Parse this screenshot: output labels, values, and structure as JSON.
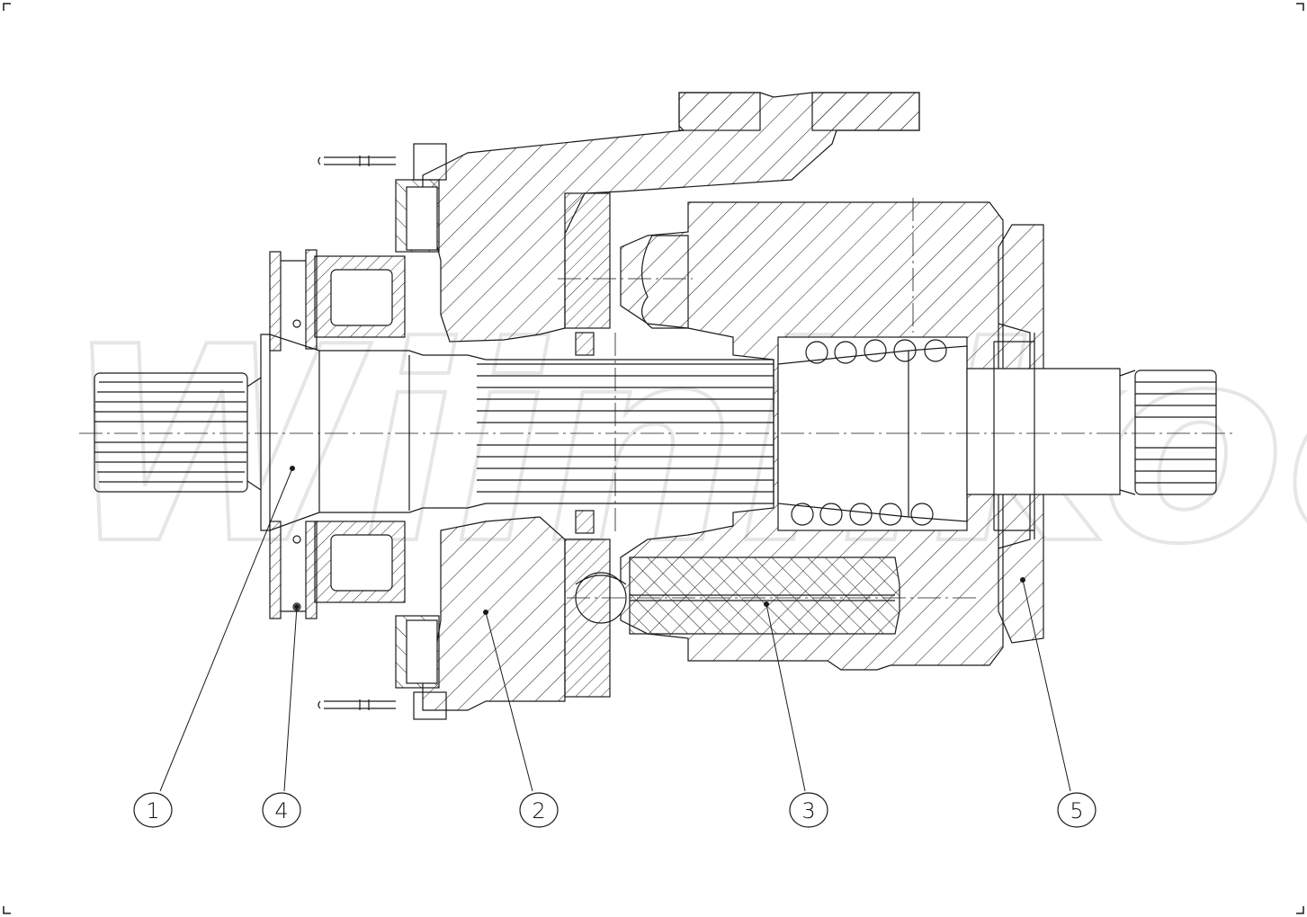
{
  "watermark": "Wiinhkoe",
  "balloons": [
    "1",
    "4",
    "2",
    "3",
    "5"
  ],
  "colors": {
    "line": "#1a1a1a",
    "background": "#ffffff",
    "watermark": "#e6e6e6"
  }
}
